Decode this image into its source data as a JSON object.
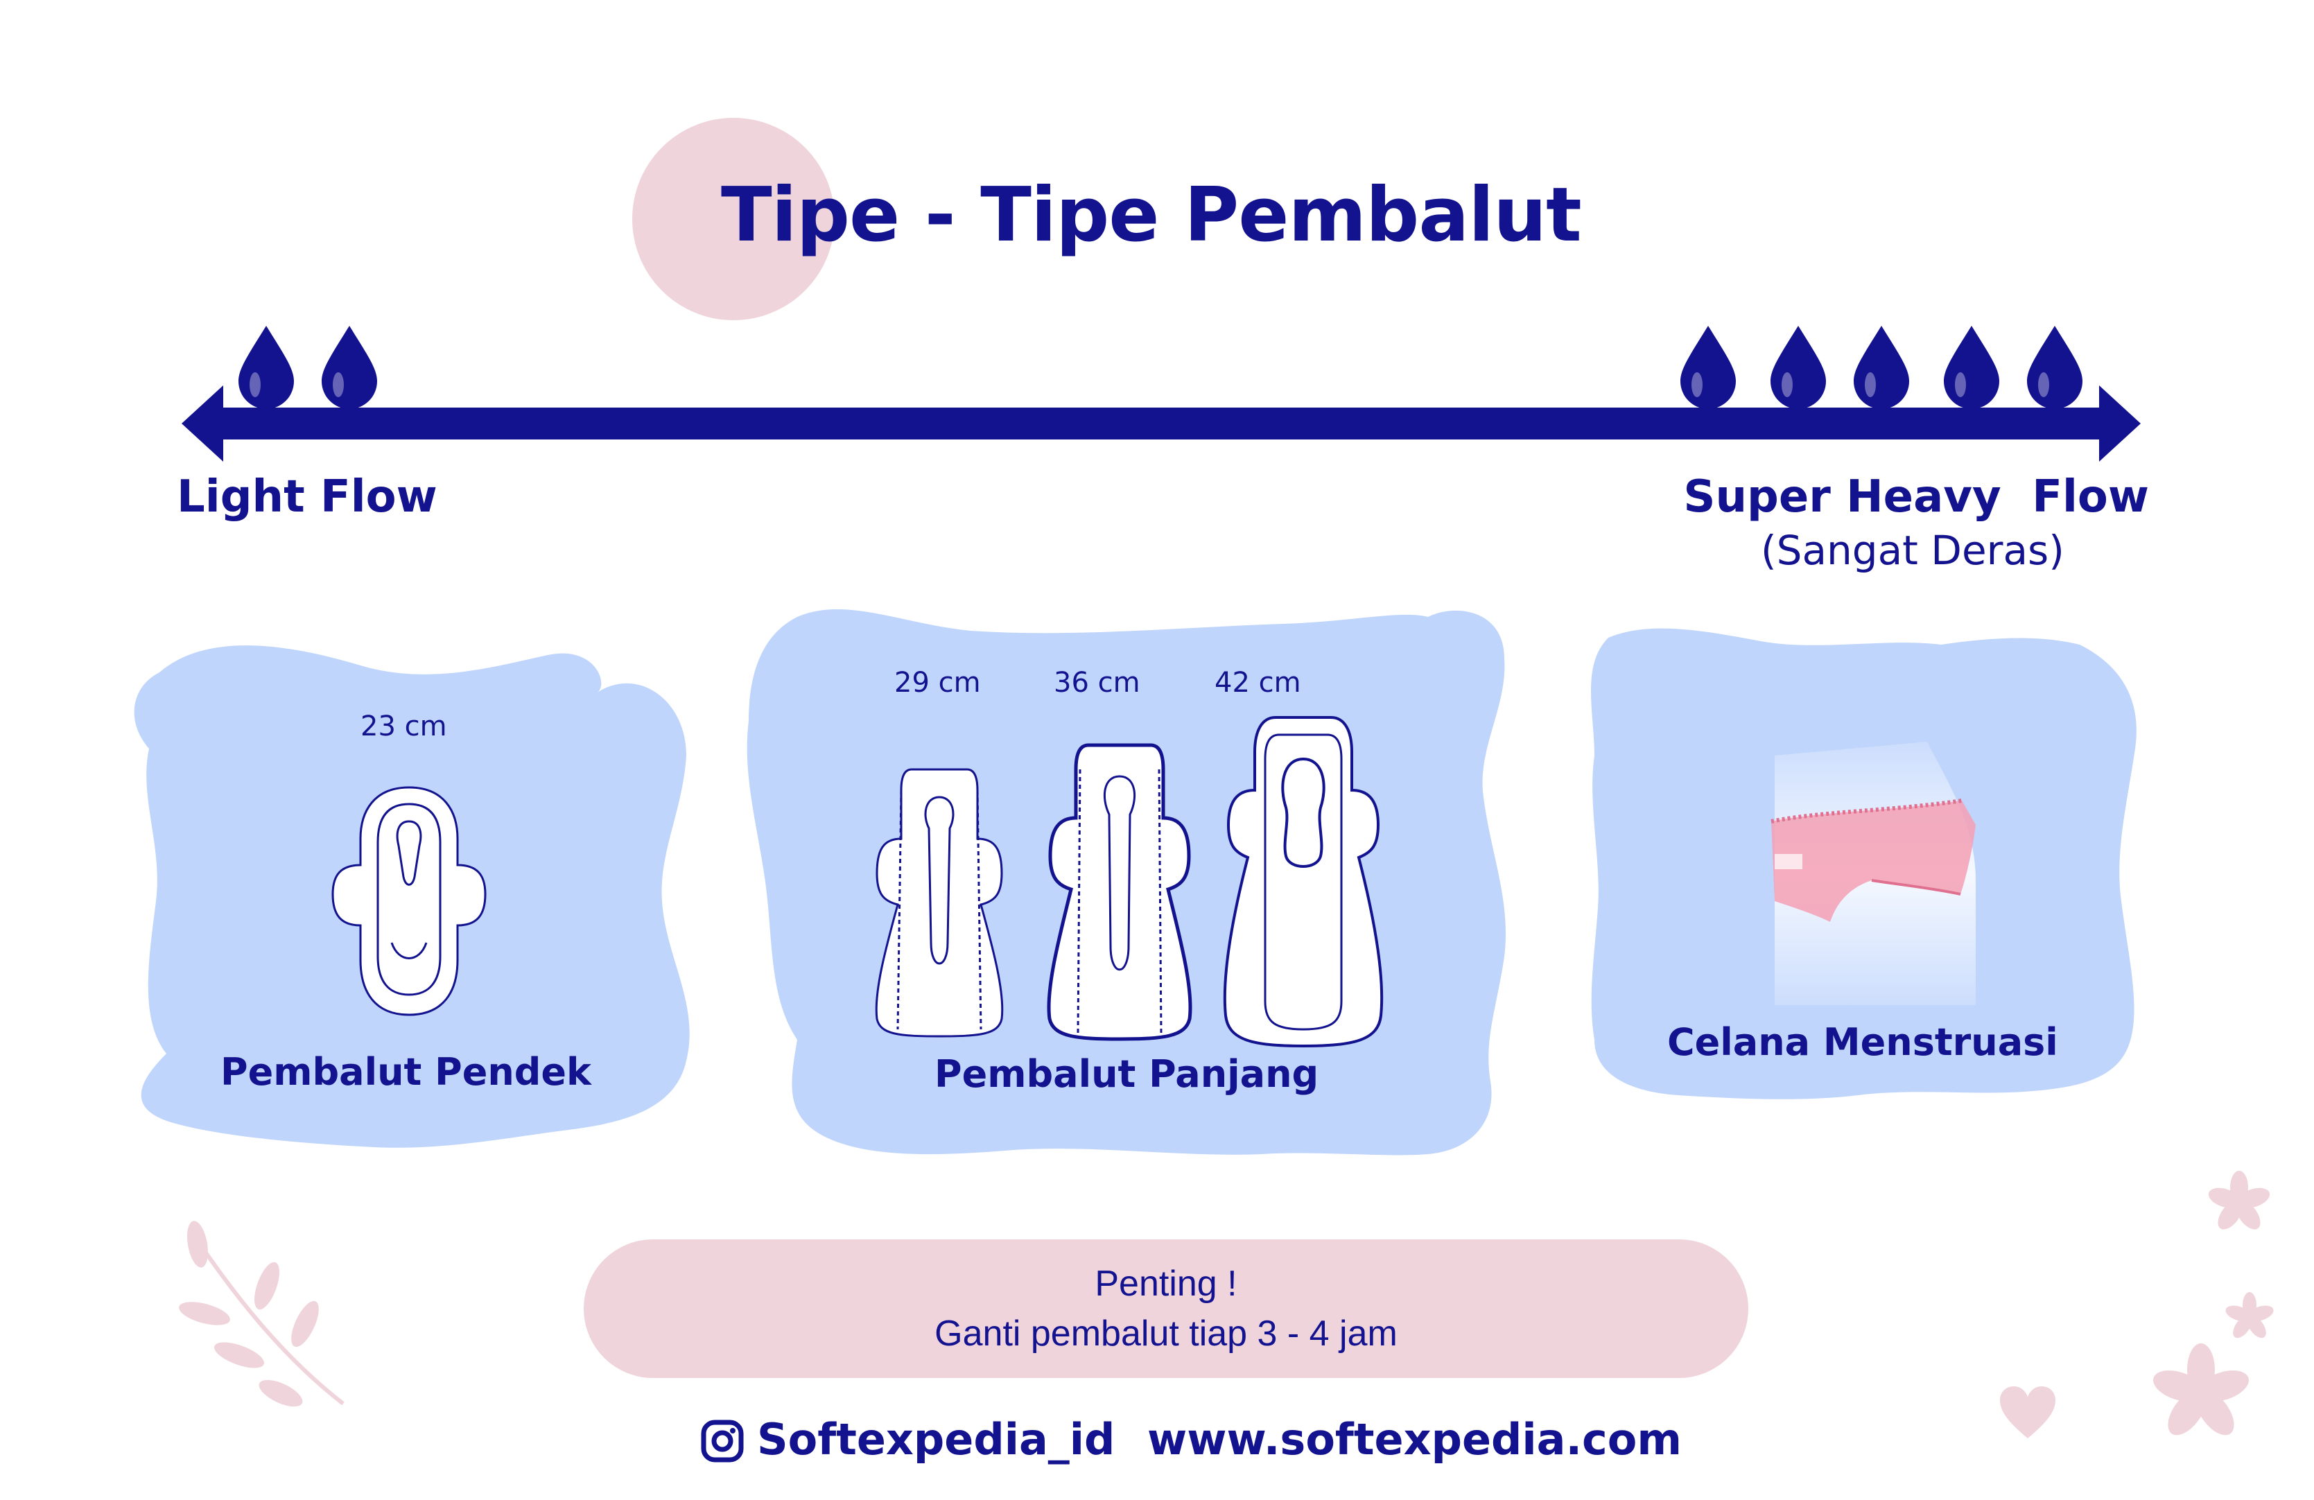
{
  "title": "Tipe - Tipe Pembalut",
  "scale": {
    "light_label": "Light Flow",
    "heavy_label": "Super Heavy  Flow",
    "heavy_sub": "(Sangat Deras)",
    "light_drops": 2,
    "heavy_drops": 5
  },
  "groups": [
    {
      "label": "Pembalut Pendek",
      "sizes": [
        "23 cm"
      ]
    },
    {
      "label": "Pembalut Panjang",
      "sizes": [
        "29 cm",
        "36 cm",
        "42 cm"
      ]
    },
    {
      "label": "Celana Menstruasi"
    }
  ],
  "note": {
    "line1": "Penting !",
    "line2": "Ganti pembalut tiap 3 - 4 jam"
  },
  "footer": {
    "instagram": "Softexpedia_id",
    "website": "www.softexpedia.com"
  },
  "colors": {
    "navy": "#13128f",
    "blue_blob": "#bfd5fc",
    "pink": "#f0d4dc",
    "panty": "#f4a0b4"
  },
  "icons": [
    "water-drop-icon",
    "double-arrow-icon",
    "pad-icon",
    "menstrual-panty-icon",
    "instagram-icon",
    "leaf-decoration-icon",
    "flower-icon",
    "heart-icon"
  ]
}
